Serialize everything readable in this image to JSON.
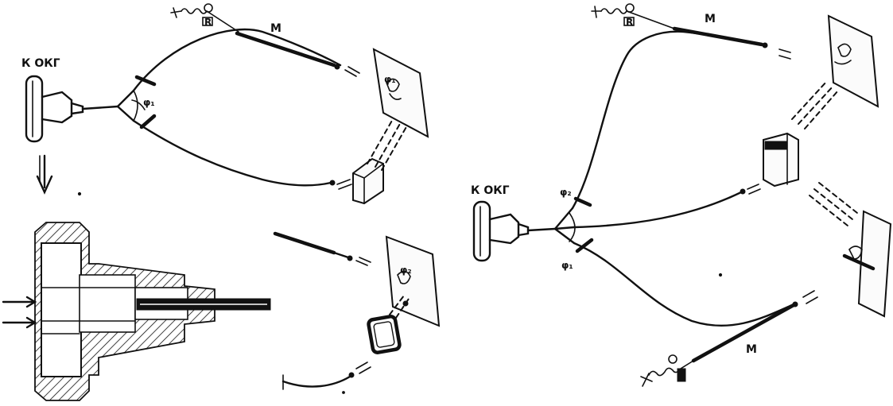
{
  "labels": {
    "source_left": "К ОКГ",
    "source_right": "К ОКГ",
    "mirror_top_left": "М",
    "mirror_top_right": "М",
    "mirror_bottom_right": "М",
    "angle_left": "φ₁",
    "angle_right_top": "φ₂",
    "angle_right_bottom": "φ₁",
    "screen_top_left": "φ₁",
    "screen_bottom_left": "φ₂",
    "resistor_top_left": "R",
    "resistor_top_right": "R"
  }
}
